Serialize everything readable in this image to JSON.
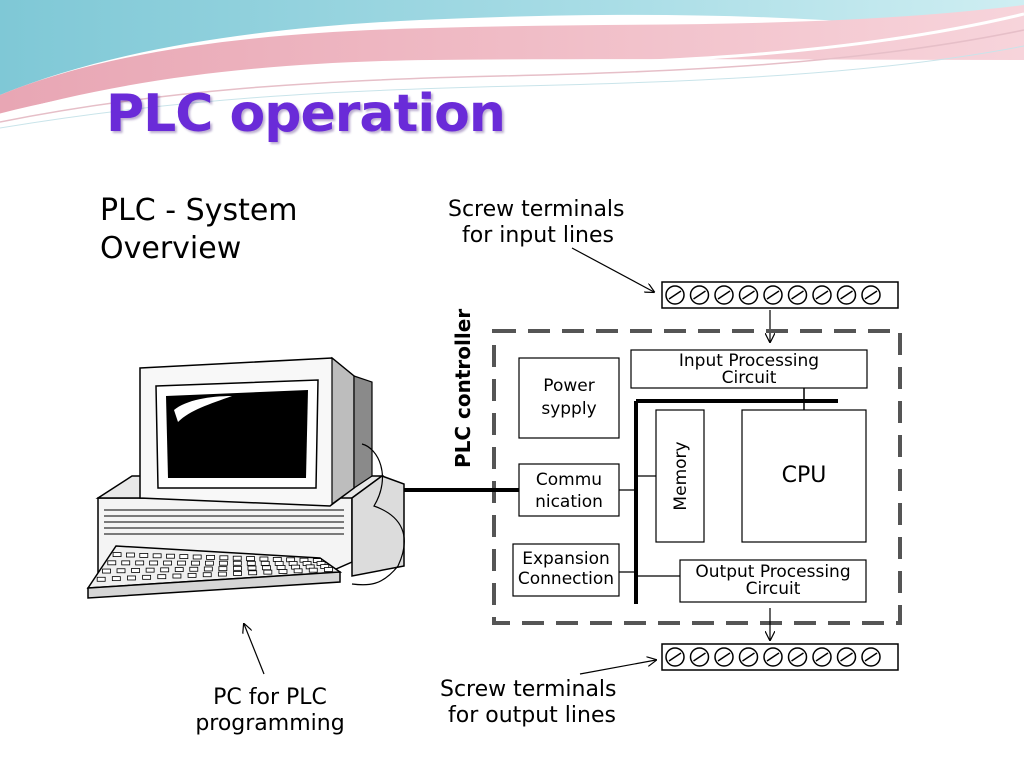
{
  "slide": {
    "title": "PLC operation"
  },
  "diagram": {
    "title_line1": "PLC  - System",
    "title_line2": "Overview",
    "input_terminals_line1": "Screw terminals",
    "input_terminals_line2": "for input lines",
    "output_terminals_line1": "Screw terminals",
    "output_terminals_line2": "for output lines",
    "controller_label": "PLC controller",
    "power_supply_line1": "Power",
    "power_supply_line2": "sypply",
    "communication_line1": "Commu",
    "communication_line2": "nication",
    "expansion_line1": "Expansion",
    "expansion_line2": "Connection",
    "input_processing_line1": "Input Processing",
    "input_processing_line2": "Circuit",
    "output_processing_line1": "Output Processing",
    "output_processing_line2": "Circuit",
    "memory": "Memory",
    "cpu": "CPU",
    "pc_line1": "PC for PLC",
    "pc_line2": "programming",
    "terminal_count": 9
  },
  "colors": {
    "title": "#6a2bd8",
    "dashed_border": "#555555"
  }
}
